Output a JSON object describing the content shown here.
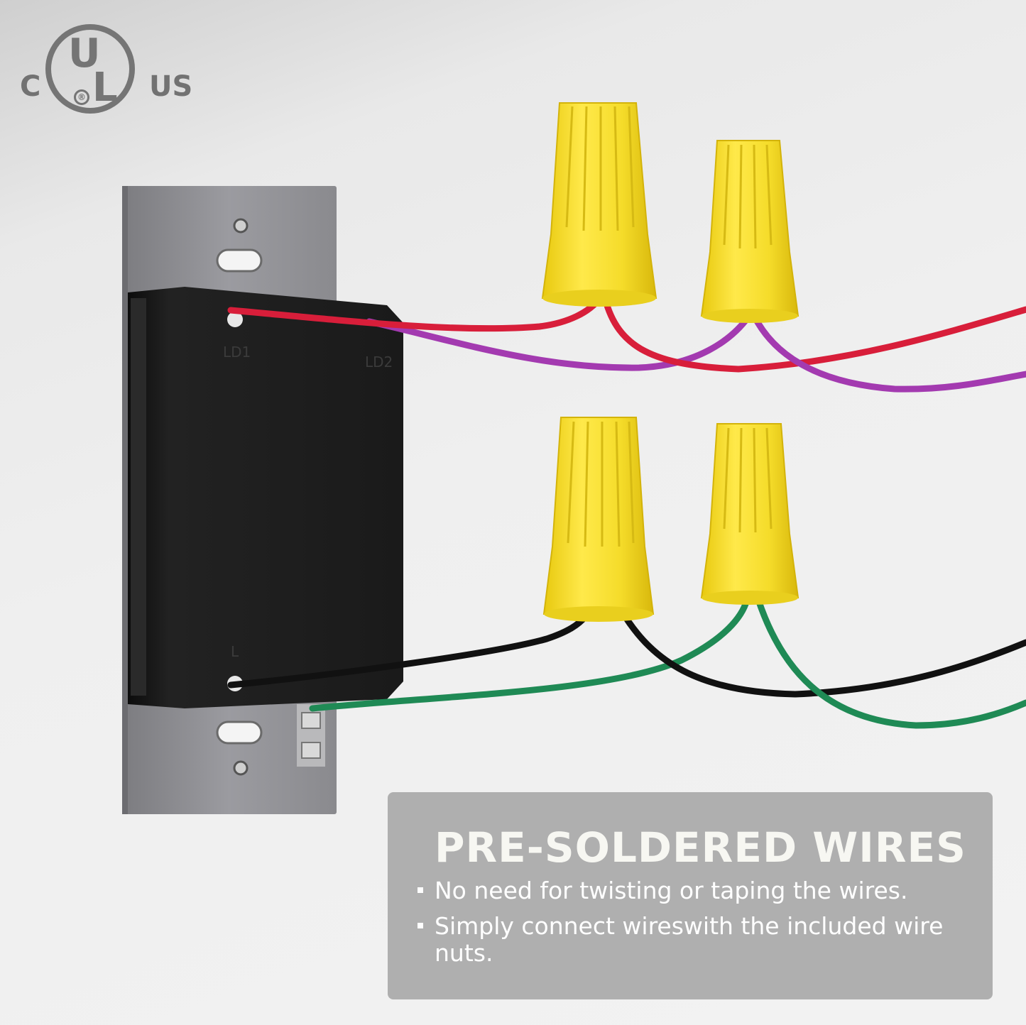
{
  "certification": {
    "left_text": "C",
    "right_text": "US",
    "mark_u": "U",
    "mark_l": "L",
    "registered": "®",
    "icon": "ul-listed-mark-icon"
  },
  "device": {
    "label_top_left": "LD1",
    "label_top_right": "LD2",
    "label_bottom": "L"
  },
  "feature": {
    "title": "PRE-SOLDERED WIRES",
    "points": [
      "No need for twisting or taping the wires.",
      "Simply connect wireswith the included wire nuts."
    ]
  },
  "colors": {
    "wire_red": "#d81e3a",
    "wire_purple": "#a33ab0",
    "wire_black": "#111111",
    "wire_green": "#1f8a55",
    "wire_nut": "#f2dd2a",
    "switch_body": "#1c1c1c",
    "wall_plate": "#8f8f92"
  }
}
